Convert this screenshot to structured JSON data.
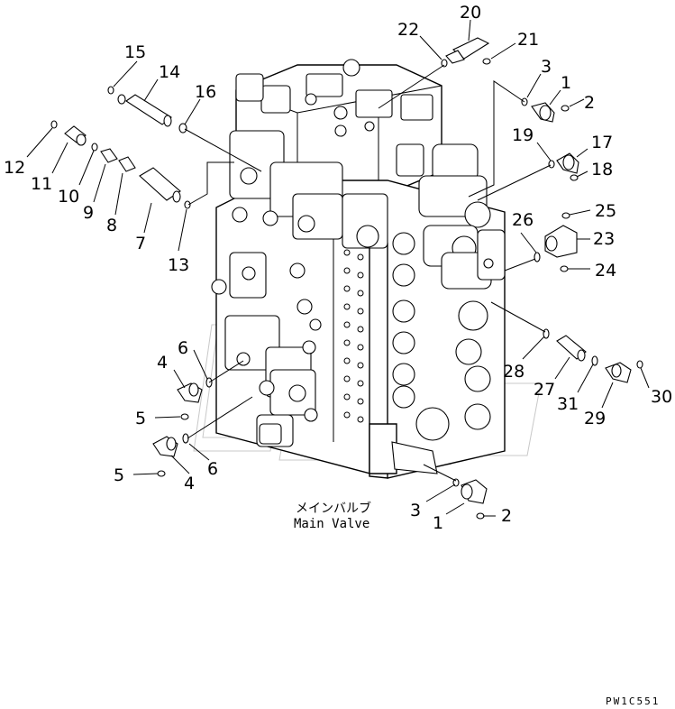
{
  "caption": {
    "jp": "メインバルブ",
    "en": "Main Valve"
  },
  "drawing_code": "PW1C551",
  "labels": [
    {
      "id": "l20",
      "text": "20"
    },
    {
      "id": "l22",
      "text": "22"
    },
    {
      "id": "l21",
      "text": "21"
    },
    {
      "id": "l15",
      "text": "15"
    },
    {
      "id": "l14",
      "text": "14"
    },
    {
      "id": "l16",
      "text": "16"
    },
    {
      "id": "l3a",
      "text": "3"
    },
    {
      "id": "l1a",
      "text": "1"
    },
    {
      "id": "l2a",
      "text": "2"
    },
    {
      "id": "l19",
      "text": "19"
    },
    {
      "id": "l17",
      "text": "17"
    },
    {
      "id": "l18",
      "text": "18"
    },
    {
      "id": "l12",
      "text": "12"
    },
    {
      "id": "l11",
      "text": "11"
    },
    {
      "id": "l10",
      "text": "10"
    },
    {
      "id": "l9",
      "text": "9"
    },
    {
      "id": "l8",
      "text": "8"
    },
    {
      "id": "l7",
      "text": "7"
    },
    {
      "id": "l13",
      "text": "13"
    },
    {
      "id": "l26",
      "text": "26"
    },
    {
      "id": "l25",
      "text": "25"
    },
    {
      "id": "l23",
      "text": "23"
    },
    {
      "id": "l24",
      "text": "24"
    },
    {
      "id": "l6a",
      "text": "6"
    },
    {
      "id": "l4a",
      "text": "4"
    },
    {
      "id": "l5a",
      "text": "5"
    },
    {
      "id": "l6b",
      "text": "6"
    },
    {
      "id": "l5b",
      "text": "5"
    },
    {
      "id": "l4b",
      "text": "4"
    },
    {
      "id": "l28",
      "text": "28"
    },
    {
      "id": "l27",
      "text": "27"
    },
    {
      "id": "l31",
      "text": "31"
    },
    {
      "id": "l29",
      "text": "29"
    },
    {
      "id": "l30",
      "text": "30"
    },
    {
      "id": "l3b",
      "text": "3"
    },
    {
      "id": "l1b",
      "text": "1"
    },
    {
      "id": "l2b",
      "text": "2"
    }
  ]
}
